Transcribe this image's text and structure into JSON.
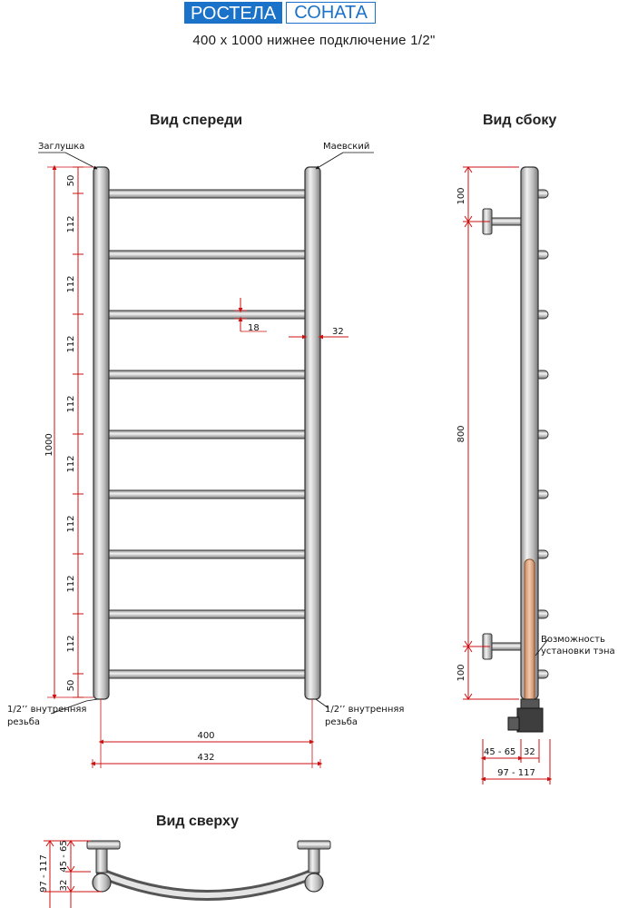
{
  "header": {
    "brand": "РОСТЕЛА",
    "model": "СОНАТА",
    "subtitle": "400 х 1000 нижнее подключение 1/2\""
  },
  "views": {
    "front": "Вид спереди",
    "side": "Вид сбоку",
    "top": "Вид сверху"
  },
  "front_view": {
    "label_left_top": "Заглушка",
    "label_right_top": "Маевский",
    "thread_line1": "1/2’’ внутренняя",
    "thread_line2": "резьба",
    "total_height": "1000",
    "segments": [
      "50",
      "112",
      "112",
      "112",
      "112",
      "112",
      "112",
      "112",
      "112",
      "50"
    ],
    "rung_dim": "18",
    "post_dim": "32",
    "width_inner": "400",
    "width_outer": "432"
  },
  "side_view": {
    "top_offset": "100",
    "middle": "800",
    "bottom_offset": "100",
    "heater_line1": "Возможность",
    "heater_line2": "установки тэна",
    "depth_a": "45 - 65",
    "depth_b": "32",
    "depth_total": "97 - 117"
  },
  "top_view": {
    "depth_total": "97 - 117",
    "depth_a": "45 - 65",
    "depth_b": "32"
  }
}
